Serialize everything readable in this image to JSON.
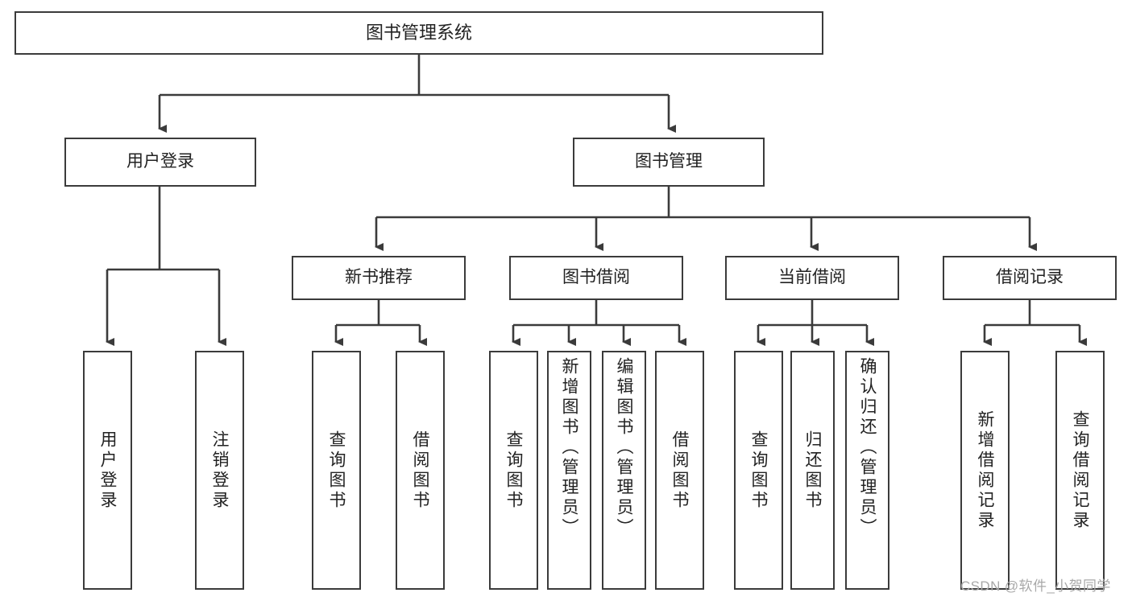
{
  "diagram": {
    "type": "tree",
    "title": "图书管理系统",
    "root": {
      "id": "root",
      "label": "图书管理系统"
    },
    "level2": [
      {
        "id": "user-login",
        "label": "用户登录"
      },
      {
        "id": "book-manage",
        "label": "图书管理"
      }
    ],
    "level3": [
      {
        "id": "new-book-rec",
        "label": "新书推荐",
        "parent": "book-manage"
      },
      {
        "id": "book-borrow",
        "label": "图书借阅",
        "parent": "book-manage"
      },
      {
        "id": "current-borrow",
        "label": "当前借阅",
        "parent": "book-manage"
      },
      {
        "id": "borrow-record",
        "label": "借阅记录",
        "parent": "book-manage"
      }
    ],
    "leaves": [
      {
        "id": "leaf-user-login",
        "label": "用户登录",
        "parent": "user-login"
      },
      {
        "id": "leaf-user-logout",
        "label": "注销登录",
        "parent": "user-login"
      },
      {
        "id": "leaf-query-book-1",
        "label": "查询图书",
        "parent": "new-book-rec"
      },
      {
        "id": "leaf-borrow-book-1",
        "label": "借阅图书",
        "parent": "new-book-rec"
      },
      {
        "id": "leaf-query-book-2",
        "label": "查询图书",
        "parent": "book-borrow"
      },
      {
        "id": "leaf-add-book",
        "label": "新增图书（管理员）",
        "parent": "book-borrow"
      },
      {
        "id": "leaf-edit-book",
        "label": "编辑图书（管理员）",
        "parent": "book-borrow"
      },
      {
        "id": "leaf-borrow-book-2",
        "label": "借阅图书",
        "parent": "book-borrow"
      },
      {
        "id": "leaf-query-book-3",
        "label": "查询图书",
        "parent": "current-borrow"
      },
      {
        "id": "leaf-return-book",
        "label": "归还图书",
        "parent": "current-borrow"
      },
      {
        "id": "leaf-confirm-return",
        "label": "确认归还（管理员）",
        "parent": "current-borrow"
      },
      {
        "id": "leaf-add-record",
        "label": "新增借阅记录",
        "parent": "borrow-record"
      },
      {
        "id": "leaf-query-record",
        "label": "查询借阅记录",
        "parent": "borrow-record"
      }
    ]
  },
  "watermark": {
    "text": "CSDN @软件_小贺同学"
  },
  "colors": {
    "border": "#3b3b3b",
    "text": "#222222",
    "background": "#ffffff",
    "watermark": "#a8a8a8"
  }
}
